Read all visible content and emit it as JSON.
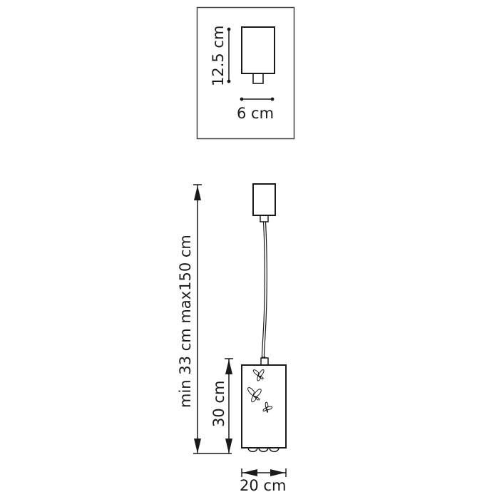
{
  "diagram": {
    "type": "pendant-lamp-dimension-drawing",
    "colors": {
      "line": "#1a1a1a",
      "frame": "#444444",
      "background": "#ffffff"
    },
    "canopy_inset": {
      "height_label": "12.5 cm",
      "width_label": "6 cm"
    },
    "lamp": {
      "total_height_label": "min 33 cm max150 cm",
      "shade_height_label": "30 cm",
      "shade_width_label": "20 cm",
      "decoration": "butterflies",
      "butterfly_count": 3,
      "bottom_bulb_count": 3
    }
  }
}
